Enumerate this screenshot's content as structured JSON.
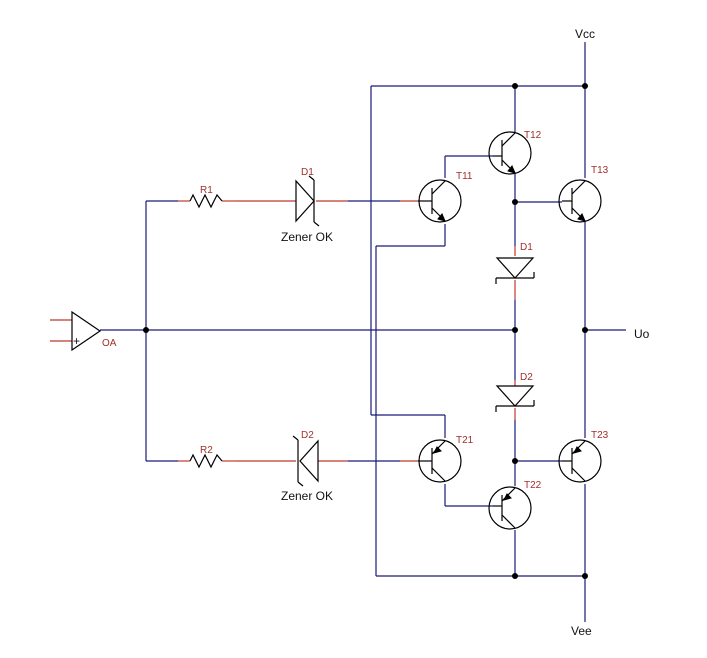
{
  "labels": {
    "vcc": "Vcc",
    "vee": "Vee",
    "uo": "Uo",
    "oa": "OA",
    "opamp_plus": "+",
    "r1": "R1",
    "r2": "R2",
    "d1_left": "D1",
    "d2_left": "D2",
    "zener1": "Zener OK",
    "zener2": "Zener OK",
    "t11": "T11",
    "t12": "T12",
    "t13": "T13",
    "t21": "T21",
    "t22": "T22",
    "t23": "T23",
    "d1_right": "D1",
    "d2_right": "D2"
  },
  "colors": {
    "wire": "#1a1a7a",
    "lead": "#c0392b",
    "component": "#000000",
    "label": "#a0302a"
  }
}
